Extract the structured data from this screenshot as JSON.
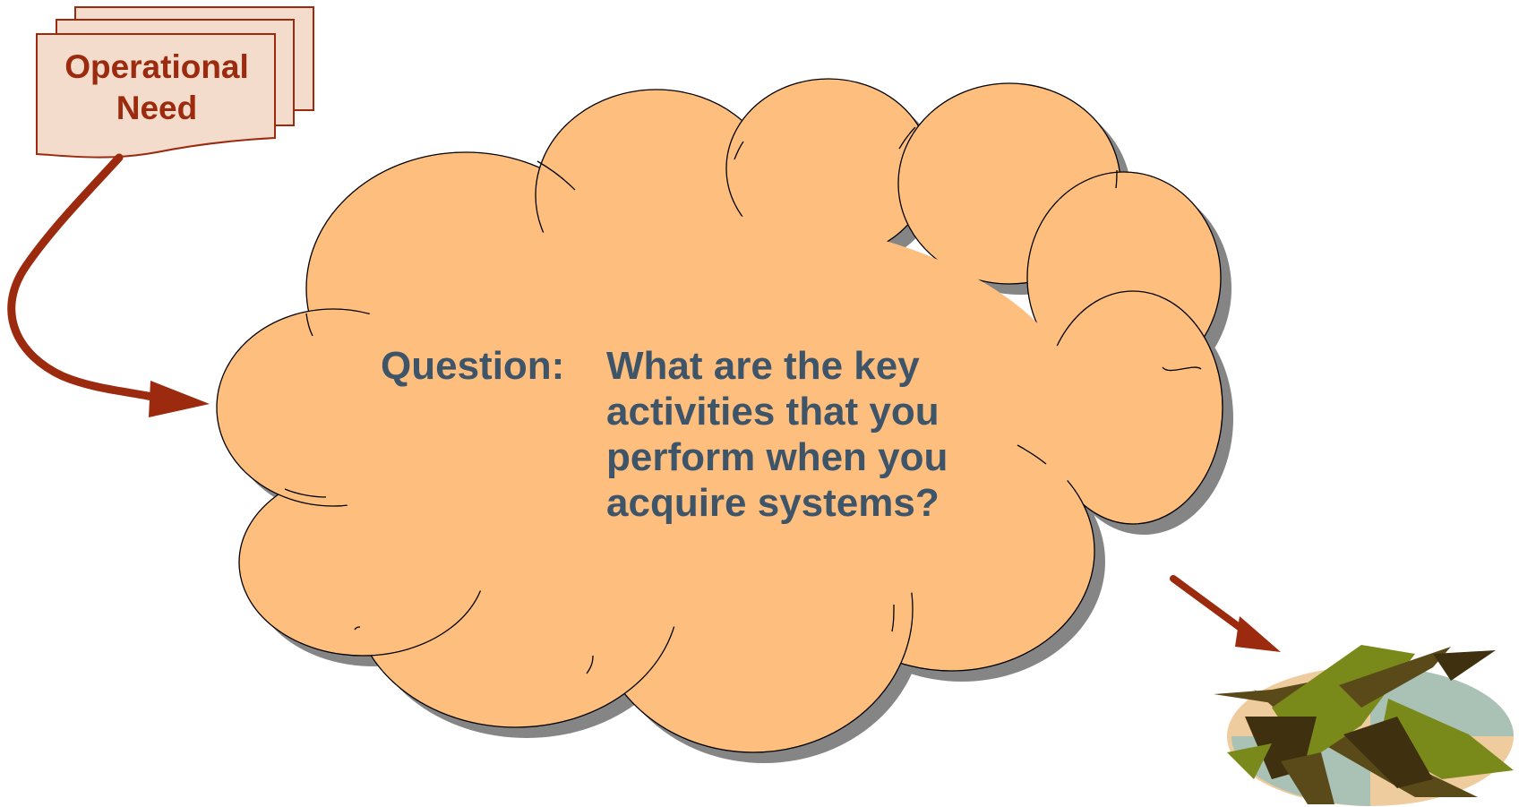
{
  "document": {
    "line1": "Operational",
    "line2": "Need"
  },
  "question": {
    "label": "Question:",
    "line1": "What are the key",
    "line2": "activities that you",
    "line3": "perform when you",
    "line4": "acquire systems?"
  },
  "colors": {
    "doc_fill": "#F3DCCB",
    "doc_border": "#9B2A0E",
    "doc_text": "#9B2A0E",
    "cloud_fill": "#FDBE7E",
    "cloud_shadow": "#858585",
    "question_text": "#3E5569",
    "arrow": "#9B2A0E",
    "aircraft_camo_1": "#5A4A1A",
    "aircraft_camo_2": "#7A8A1A",
    "aircraft_camo_3": "#3F3010",
    "ground_light": "#EFCC9E",
    "ground_teal": "#A9C2B5"
  },
  "icons": {
    "document_stack": "stacked-documents-icon",
    "aircraft": "military-aircraft-icon"
  }
}
